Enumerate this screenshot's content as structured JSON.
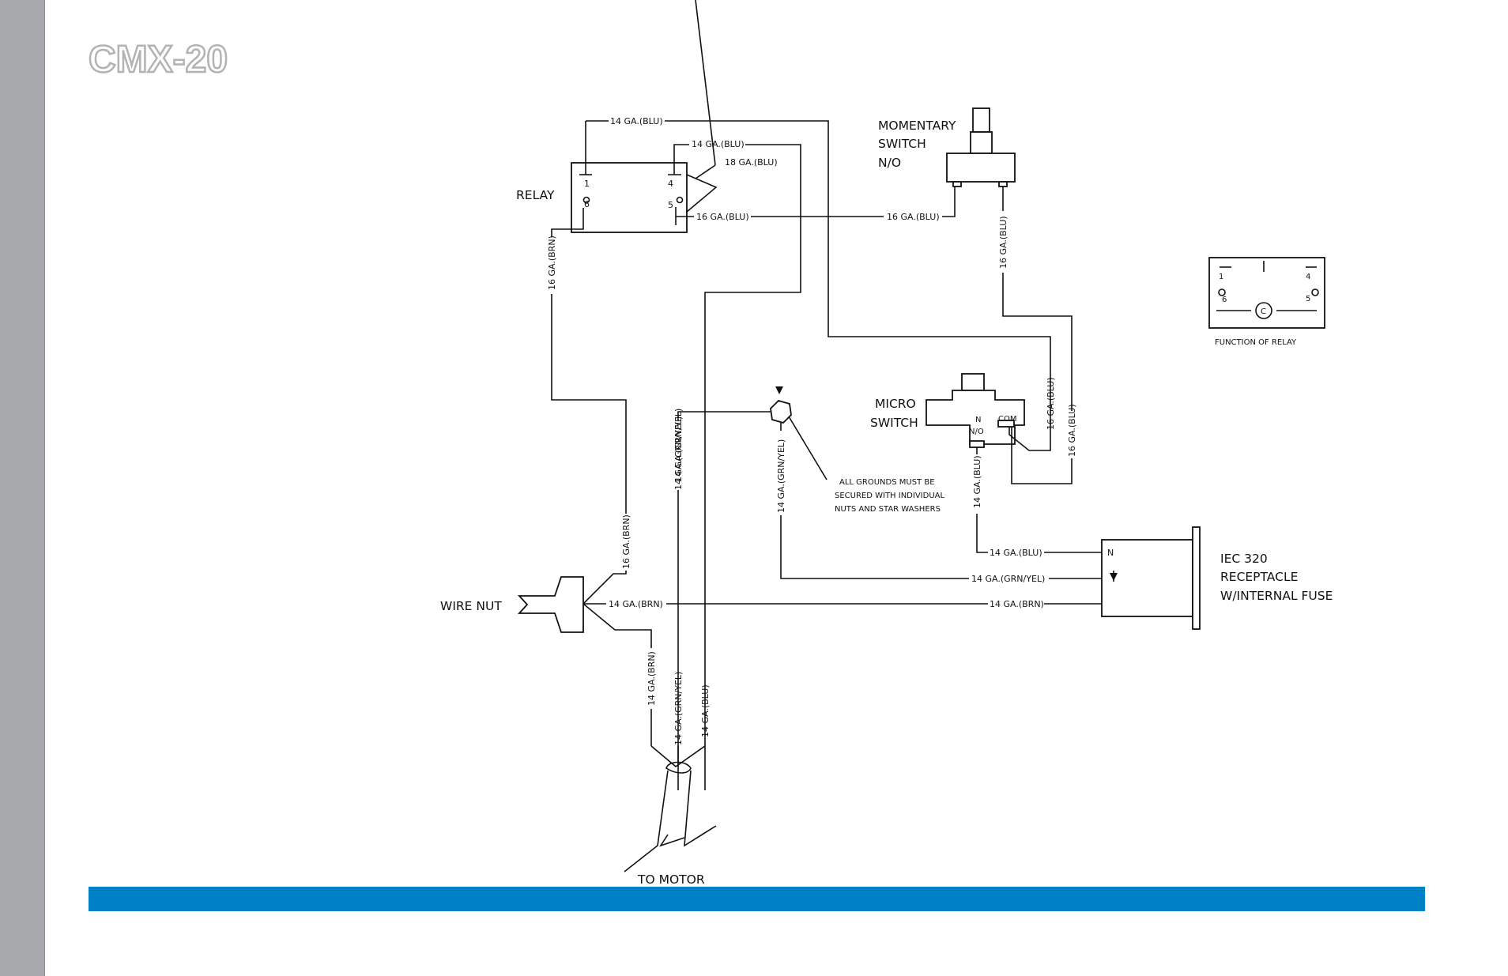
{
  "page": {
    "title": "CMX-20"
  },
  "components": {
    "relay": "RELAY",
    "relay_pins": [
      "1",
      "4",
      "6",
      "5"
    ],
    "momentary_switch": [
      "MOMENTARY",
      "SWITCH",
      "N/O"
    ],
    "micro_switch": [
      "MICRO",
      "SWITCH"
    ],
    "micro_terminals": [
      "N",
      "N/O",
      "COM"
    ],
    "wire_nut": "WIRE NUT",
    "receptacle": [
      "IEC 320",
      "RECEPTACLE",
      "W/INTERNAL FUSE"
    ],
    "receptacle_pins": [
      "N"
    ],
    "to_motor": "TO MOTOR",
    "ground_note": [
      "ALL GROUNDS MUST BE",
      "SECURED WITH INDIVIDUAL",
      "NUTS AND STAR WASHERS"
    ],
    "relay_function": {
      "title": "FUNCTION OF RELAY",
      "pins": [
        "1",
        "4",
        "6",
        "5"
      ],
      "center": "C"
    }
  },
  "wires": {
    "blu14": "14 GA.(BLU)",
    "blu16": "16 GA.(BLU)",
    "blu18": "18 GA.(BLU)",
    "brn14": "14 GA.(BRN)",
    "brn16": "16 GA.(BRN)",
    "gy14": "14 GA.(GRN/YEL)"
  },
  "colors": {
    "sidebar": "#a7a9ac",
    "footer_bar": "#0080c6",
    "title_outline": "#b2b3b5"
  }
}
